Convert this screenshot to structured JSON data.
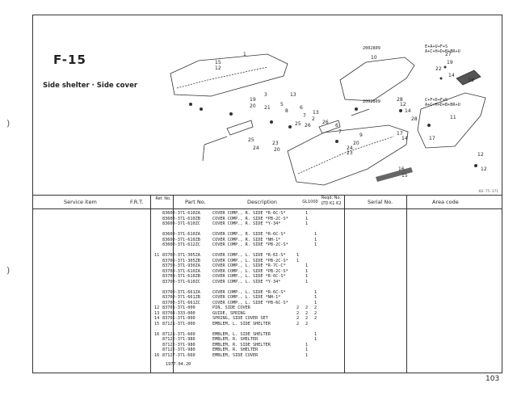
{
  "figure": {
    "code": "F-15",
    "title": "Side shelter · Side cover",
    "ref_code": "K0-T5-371",
    "callouts": [
      "1",
      "15",
      "12",
      "10",
      "22",
      "27",
      "19",
      "14",
      "18",
      "3",
      "19",
      "20",
      "21",
      "5",
      "13",
      "8",
      "6",
      "7",
      "13",
      "25",
      "26",
      "2",
      "26",
      "6",
      "7",
      "25",
      "24",
      "23",
      "20",
      "28",
      "12",
      "14",
      "28",
      "11",
      "17",
      "12",
      "9",
      "23",
      "20",
      "24",
      "17",
      "14",
      "16",
      "15",
      "12"
    ]
  },
  "table": {
    "headers": {
      "service_item": "Service item",
      "frt": "F.R.T.",
      "ref_no": "Ref. No.",
      "part_no": "Part No.",
      "description": "Description",
      "gl_code": "GL1000",
      "reqd_no": "Reqd. No.",
      "ltdk": "LTD K1  K2",
      "serial_no": "Serial No.",
      "area_code": "Area code"
    },
    "rows": [
      {
        "ref": "",
        "part": "83600-371-610ZA",
        "desc": "COVER COMP., R. SIDE *R-6C-S*",
        "qty": [
          "",
          "1",
          ""
        ]
      },
      {
        "ref": "",
        "part": "83600-371-610ZB",
        "desc": "COVER COMP., R. SIDE *PB-2C-S*",
        "qty": [
          "",
          "1",
          ""
        ]
      },
      {
        "ref": "",
        "part": "83600-371-610ZC",
        "desc": "COVER COMP., R. SIDE *Y-34*",
        "qty": [
          "",
          "1",
          ""
        ]
      },
      {
        "ref": "",
        "part": "",
        "desc": "",
        "qty": [
          "",
          "",
          ""
        ]
      },
      {
        "ref": "",
        "part": "83600-371-610ZA",
        "desc": "COVER COMP., R. SIDE *R-6C-S*",
        "qty": [
          "",
          "",
          "1"
        ]
      },
      {
        "ref": "",
        "part": "83600-371-610ZB",
        "desc": "COVER COMP., R. SIDE *NH-1*",
        "qty": [
          "",
          "",
          "1"
        ]
      },
      {
        "ref": "",
        "part": "83600-371-612ZC",
        "desc": "COVER COMP., R. SIDE *PB-2C-S*",
        "qty": [
          "",
          "",
          "1"
        ]
      },
      {
        "ref": "",
        "part": "",
        "desc": "",
        "qty": [
          "",
          "",
          ""
        ]
      },
      {
        "ref": "11",
        "part": "83700-371-305ZA",
        "desc": "COVER COMP., L. SIDE *R-6I-S*",
        "qty": [
          "1",
          "",
          ""
        ]
      },
      {
        "ref": "",
        "part": "83700-371-305ZB",
        "desc": "COVER COMP., L. SIDE *PB-2C-S*",
        "qty": [
          "1",
          "",
          ""
        ]
      },
      {
        "ref": "",
        "part": "83750-371-930ZA",
        "desc": "COVER COMP., L. SIDE *R-7C-C*",
        "qty": [
          "",
          "1",
          ""
        ]
      },
      {
        "ref": "",
        "part": "83700-371-610ZA",
        "desc": "COVER COMP., L. SIDE *PB-2C-S*",
        "qty": [
          "",
          "1",
          ""
        ]
      },
      {
        "ref": "",
        "part": "83700-371-610ZB",
        "desc": "COVER COMP., L. SIDE *R-6C-S*",
        "qty": [
          "",
          "1",
          ""
        ]
      },
      {
        "ref": "",
        "part": "83700-371-610ZC",
        "desc": "COVER COMP., L. SIDE *Y-34*",
        "qty": [
          "",
          "1",
          ""
        ]
      },
      {
        "ref": "",
        "part": "",
        "desc": "",
        "qty": [
          "",
          "",
          ""
        ]
      },
      {
        "ref": "",
        "part": "83700-371-661ZA",
        "desc": "COVER COMP., L. SIDE *R-6C-S*",
        "qty": [
          "",
          "",
          "1"
        ]
      },
      {
        "ref": "",
        "part": "83700-371-661ZB",
        "desc": "COVER COMP., L. SIDE *NH-1*",
        "qty": [
          "",
          "",
          "1"
        ]
      },
      {
        "ref": "",
        "part": "83700-371-661ZC",
        "desc": "COVER COMP., L. SIDE *PB-6C-S*",
        "qty": [
          "",
          "",
          "1"
        ]
      },
      {
        "ref": "12",
        "part": "83701-371-000",
        "desc": "PIN, SIDE COVER",
        "qty": [
          "2",
          "2",
          "2"
        ]
      },
      {
        "ref": "13",
        "part": "83704-333-000",
        "desc": "GUIDE, SPRING",
        "qty": [
          "2",
          "2",
          "2"
        ]
      },
      {
        "ref": "14",
        "part": "83705-371-000",
        "desc": "SPRING, SIDE COVER SET",
        "qty": [
          "2",
          "2",
          "2"
        ]
      },
      {
        "ref": "15",
        "part": "87121-371-000",
        "desc": "EMBLEM, L. SIDE SHELTER",
        "qty": [
          "2",
          "2",
          ""
        ]
      },
      {
        "ref": "",
        "part": "",
        "desc": "",
        "qty": [
          "",
          "",
          ""
        ]
      },
      {
        "ref": "16",
        "part": "87121-371-660",
        "desc": "EMBLEM, L. SIDE SHELTER",
        "qty": [
          "",
          "",
          "1"
        ]
      },
      {
        "ref": "",
        "part": "87122-371-980",
        "desc": "EMBLEM, R. SHELTER",
        "qty": [
          "",
          "",
          "1"
        ]
      },
      {
        "ref": "",
        "part": "87122-371-980",
        "desc": "EMBLEM, R. SIDE SHELTER",
        "qty": [
          "",
          "1",
          ""
        ]
      },
      {
        "ref": "",
        "part": "87122-371-980",
        "desc": "EMBLEM, R. SHELTER",
        "qty": [
          "",
          "1",
          ""
        ]
      },
      {
        "ref": "16",
        "part": "87127-371-660",
        "desc": "EMBLEM, SIDE COVER",
        "qty": [
          "",
          "1",
          ""
        ]
      }
    ],
    "serials": [
      "2002809",
      "2002809"
    ],
    "area_codes": [
      "E+A+U+F+S\nA+C+H+D+B+BR+U",
      "C+F+D+F+S\nA+C+H+D+B+BR+U"
    ],
    "date": "1977.04.20"
  },
  "page_number": "103",
  "margin_marks": [
    ")",
    ")"
  ]
}
